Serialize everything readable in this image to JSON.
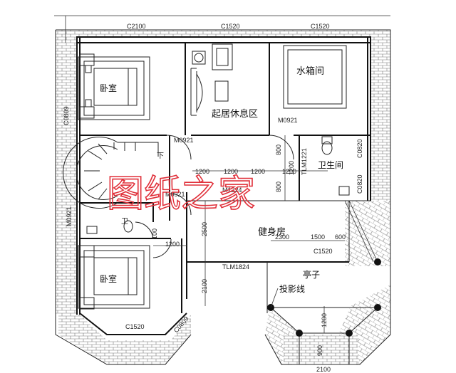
{
  "rooms": {
    "bedroom_top": "卧室",
    "living": "起居休息区",
    "water_tank": "水箱间",
    "bathroom": "卫生间",
    "gym": "健身房",
    "pavilion": "亭子",
    "bedroom_bottom": "卧室",
    "toilet_small": "卫",
    "down": "下",
    "projection_line": "投影线"
  },
  "codes": {
    "c2100": "C2100",
    "c1520_top": "C1520",
    "c1520_top_right": "C1520",
    "m0921_left": "M0921",
    "m0921_right": "M0921",
    "m1224": "M1224",
    "tlm1221": "TLM1221",
    "c0820_a": "C0820",
    "c0820_b": "C0820",
    "m0921_mid": "M0921",
    "c1520_gym": "C1520",
    "tlm1824": "TLM1824",
    "c1520_bottom": "C1520",
    "c0809_left": "C0809",
    "m0921_small": "M0921",
    "c0809_bottom": "C0809"
  },
  "dims": {
    "d1200_a": "1200",
    "d1200_b": "1200",
    "d1200_c": "1200",
    "d1200_d": "1200",
    "d1200_e": "1200",
    "d800_a": "800",
    "d800_b": "800",
    "d2500": "2500",
    "d2300": "2300",
    "d1500": "1500",
    "d600": "600",
    "d1200_f": "1200",
    "d100": "100",
    "d2100_a": "2100",
    "d2100_b": "2100",
    "d1200_g": "1200",
    "d900": "900"
  },
  "watermark": "图纸之家"
}
